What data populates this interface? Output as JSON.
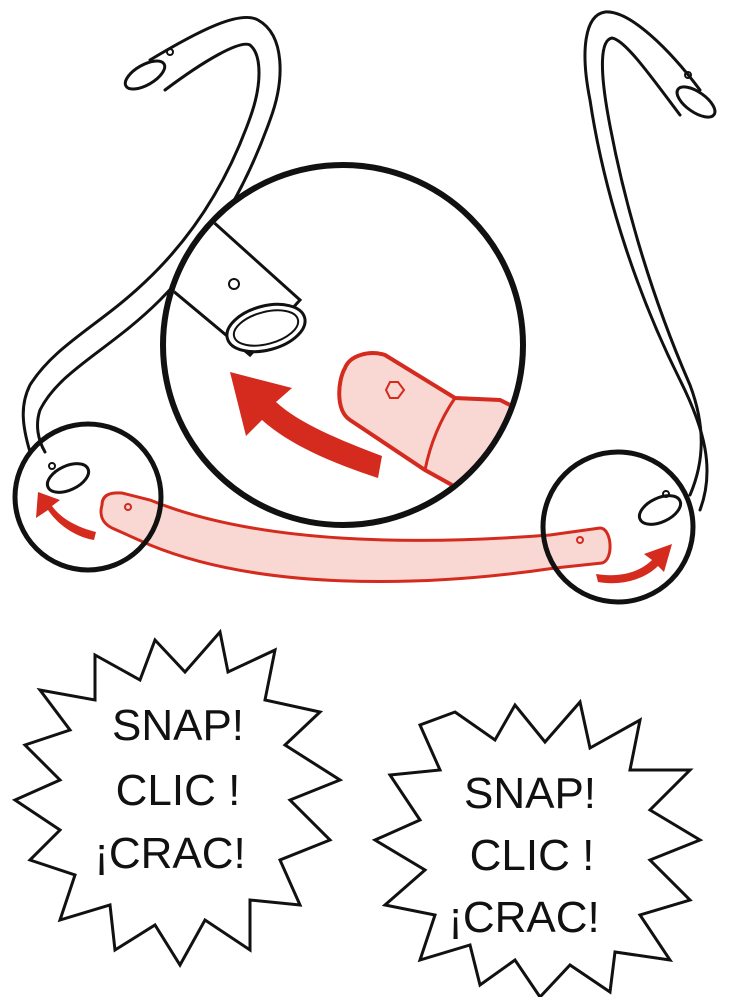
{
  "colors": {
    "outline": "#111111",
    "accent_red": "#d42b1e",
    "accent_pink": "#f9d7d3",
    "background": "#ffffff"
  },
  "bursts": [
    {
      "lines": [
        "SNAP!",
        "CLIC !",
        "¡CRAC!"
      ]
    },
    {
      "lines": [
        "SNAP!",
        "CLIC !",
        "¡CRAC!"
      ]
    }
  ],
  "icons": {
    "arrows": [
      "arrow-left-icon",
      "arrow-curved-up-icon",
      "arrow-right-icon"
    ]
  }
}
